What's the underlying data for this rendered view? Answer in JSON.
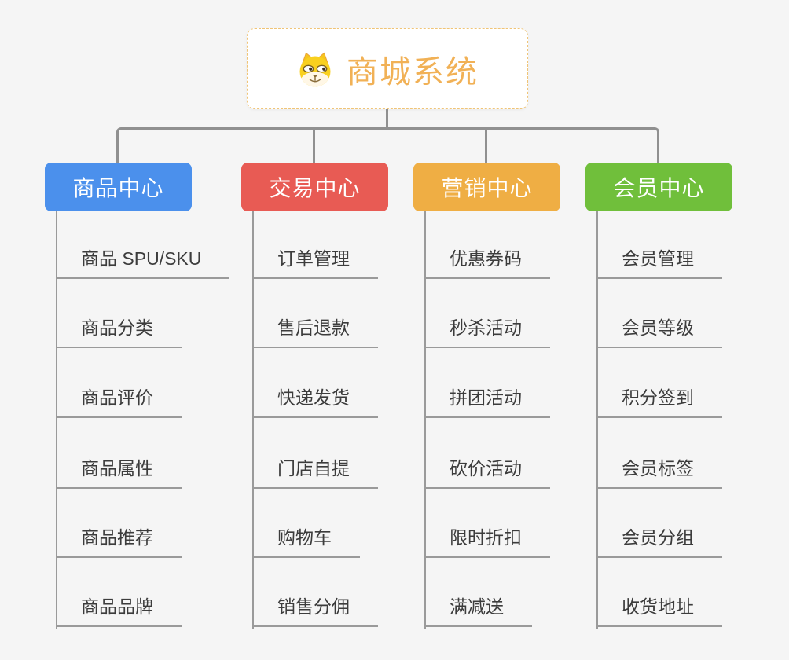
{
  "background_color": "#f5f5f5",
  "connector_color": "#909090",
  "underline_color": "#9a9a9a",
  "root": {
    "title": "商城系统",
    "title_color": "#f1b156",
    "border_color": "#f0c476",
    "icon": "dog-face-icon"
  },
  "branches": [
    {
      "label": "商品中心",
      "color": "#4b90ec",
      "items": [
        "商品 SPU/SKU",
        "商品分类",
        "商品评价",
        "商品属性",
        "商品推荐",
        "商品品牌"
      ]
    },
    {
      "label": "交易中心",
      "color": "#e85b54",
      "items": [
        "订单管理",
        "售后退款",
        "快递发货",
        "门店自提",
        "购物车",
        "销售分佣"
      ]
    },
    {
      "label": "营销中心",
      "color": "#efae44",
      "items": [
        "优惠券码",
        "秒杀活动",
        "拼团活动",
        "砍价活动",
        "限时折扣",
        "满减送"
      ]
    },
    {
      "label": "会员中心",
      "color": "#70bf3b",
      "items": [
        "会员管理",
        "会员等级",
        "积分签到",
        "会员标签",
        "会员分组",
        "收货地址"
      ]
    }
  ]
}
